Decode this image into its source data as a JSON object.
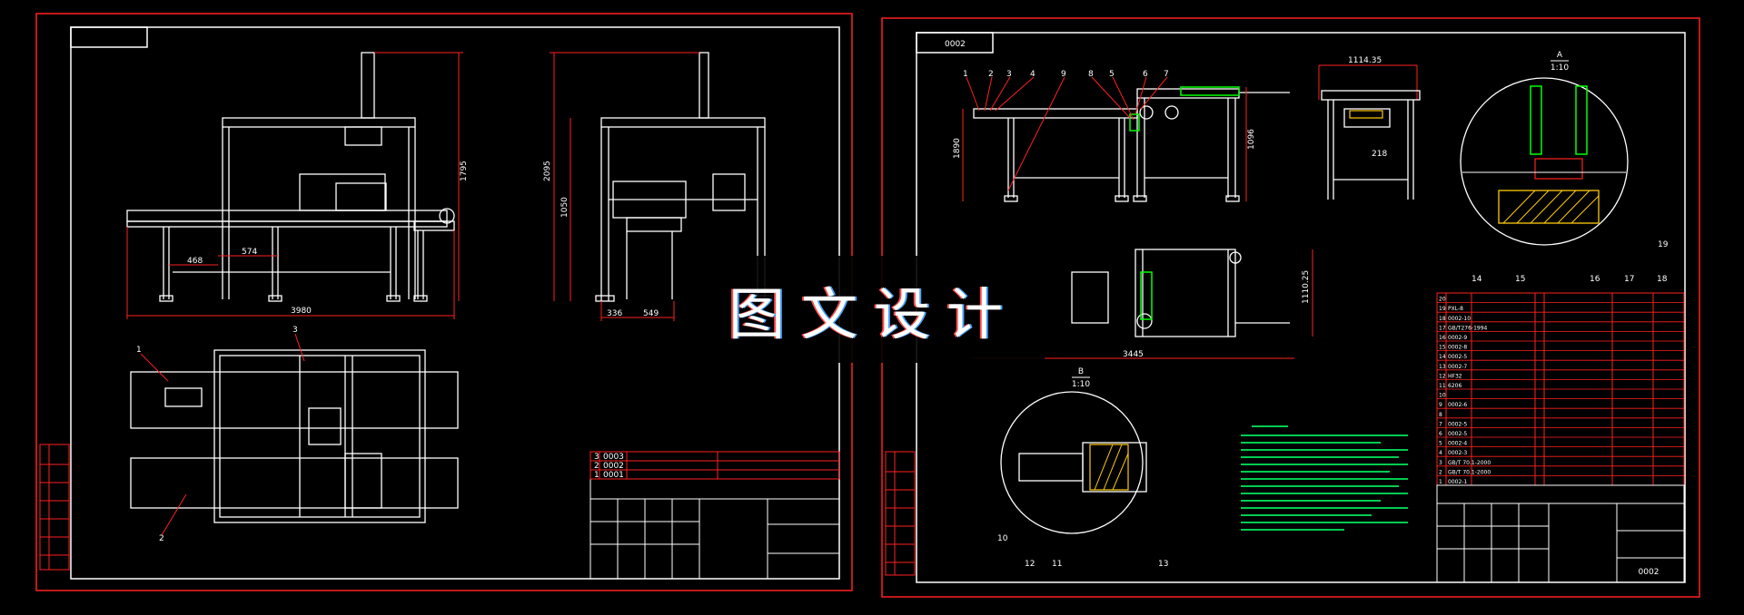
{
  "watermark": "图文设计",
  "colors": {
    "frame": "#ff2020",
    "line": "#ffffff",
    "accent": "#00ff00",
    "hatch": "#ffcc00",
    "cyan": "#00e5ff"
  },
  "sheet1": {
    "dims": {
      "width": "3980",
      "height": "1795",
      "d1": "468",
      "d2": "574",
      "side_h": "2095",
      "side_h2": "1050",
      "side_w1": "336",
      "side_w2": "549"
    },
    "callouts": [
      "1",
      "2",
      "3"
    ],
    "bom": [
      {
        "no": "3",
        "code": "0003"
      },
      {
        "no": "2",
        "code": "0002"
      },
      {
        "no": "1",
        "code": "0001"
      }
    ]
  },
  "sheet2": {
    "code": "0002",
    "title_code": "0002",
    "dims": {
      "top_w": "1114.35",
      "h1": "1890",
      "h2": "1096",
      "plan_w": "3445",
      "plan_h": "1110.25",
      "side_small": "218"
    },
    "top_callouts": [
      "1",
      "2",
      "3",
      "4",
      "9",
      "8",
      "5",
      "6",
      "7"
    ],
    "detailA": {
      "label": "A",
      "scale": "1:10",
      "callouts": [
        "14",
        "15",
        "16",
        "17",
        "18",
        "19"
      ]
    },
    "detailB": {
      "label": "B",
      "scale": "1:10",
      "callouts": [
        "10",
        "12",
        "11",
        "13"
      ]
    },
    "bom_nos": [
      "20",
      "19",
      "18",
      "17",
      "16",
      "15",
      "14",
      "13",
      "12",
      "11",
      "10",
      "9",
      "8",
      "7",
      "6",
      "5",
      "4",
      "3",
      "2",
      "1"
    ],
    "bom_codes": [
      "",
      "PXL-8",
      "0002-10",
      "GB/T276-1994",
      "0002-9",
      "0002-8",
      "0002-5",
      "0002-7",
      "HF32",
      "6206",
      "",
      "0002-6",
      "",
      "0002-5",
      "0002-5",
      "0002-4",
      "0002-3",
      "GB/T 70.1-2000",
      "GB/T 70.1-2000",
      "0002-1"
    ]
  }
}
